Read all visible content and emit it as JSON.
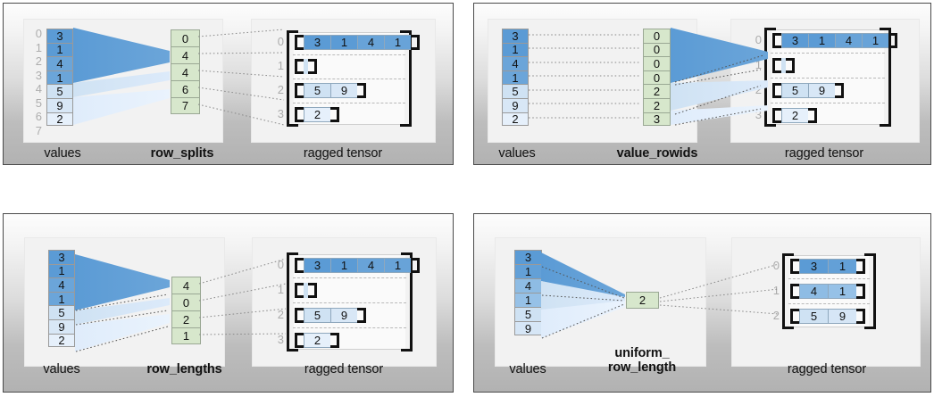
{
  "colors": {
    "blue_dark": "#5b9bd5",
    "blue_mid": "#8fbde6",
    "blue_light": "#cfe2f3",
    "blue_lighter": "#e2eefb",
    "green": "#d7e7cc",
    "panel_gray": "#b2b2b2",
    "card_gray": "#f2f2f2",
    "bracket": "#111111"
  },
  "panels": [
    {
      "id": "row-splits",
      "values_label": "values",
      "aux_label": "row_splits",
      "tensor_label": "ragged tensor",
      "values": [
        "3",
        "1",
        "4",
        "1",
        "5",
        "9",
        "2"
      ],
      "value_indices": [
        "0",
        "1",
        "2",
        "3",
        "4",
        "5",
        "6",
        "7"
      ],
      "aux": [
        "0",
        "4",
        "4",
        "6",
        "7"
      ],
      "tensor_rows": [
        {
          "index": "0",
          "cells": [
            "3",
            "1",
            "4",
            "1"
          ]
        },
        {
          "index": "1",
          "cells": [
            ""
          ]
        },
        {
          "index": "2",
          "cells": [
            "5",
            "9"
          ]
        },
        {
          "index": "3",
          "cells": [
            "2"
          ]
        }
      ]
    },
    {
      "id": "value-rowids",
      "values_label": "values",
      "aux_label": "value_rowids",
      "tensor_label": "ragged tensor",
      "values": [
        "3",
        "1",
        "4",
        "1",
        "5",
        "9",
        "2"
      ],
      "aux": [
        "0",
        "0",
        "0",
        "0",
        "2",
        "2",
        "3"
      ],
      "tensor_rows": [
        {
          "index": "0",
          "cells": [
            "3",
            "1",
            "4",
            "1"
          ]
        },
        {
          "index": "1",
          "cells": [
            ""
          ]
        },
        {
          "index": "2",
          "cells": [
            "5",
            "9"
          ]
        },
        {
          "index": "3",
          "cells": [
            "2"
          ]
        }
      ]
    },
    {
      "id": "row-lengths",
      "values_label": "values",
      "aux_label": "row_lengths",
      "tensor_label": "ragged tensor",
      "values": [
        "3",
        "1",
        "4",
        "1",
        "5",
        "9",
        "2"
      ],
      "aux": [
        "4",
        "0",
        "2",
        "1"
      ],
      "tensor_rows": [
        {
          "index": "0",
          "cells": [
            "3",
            "1",
            "4",
            "1"
          ]
        },
        {
          "index": "1",
          "cells": [
            ""
          ]
        },
        {
          "index": "2",
          "cells": [
            "5",
            "9"
          ]
        },
        {
          "index": "3",
          "cells": [
            "2"
          ]
        }
      ]
    },
    {
      "id": "uniform-row-length",
      "values_label": "values",
      "aux_label": "uniform_\nrow_length",
      "tensor_label": "ragged tensor",
      "values": [
        "3",
        "1",
        "4",
        "1",
        "5",
        "9"
      ],
      "aux": [
        "2"
      ],
      "tensor_rows": [
        {
          "index": "0",
          "cells": [
            "3",
            "1"
          ]
        },
        {
          "index": "1",
          "cells": [
            "4",
            "1"
          ]
        },
        {
          "index": "2",
          "cells": [
            "5",
            "9"
          ]
        }
      ]
    }
  ]
}
